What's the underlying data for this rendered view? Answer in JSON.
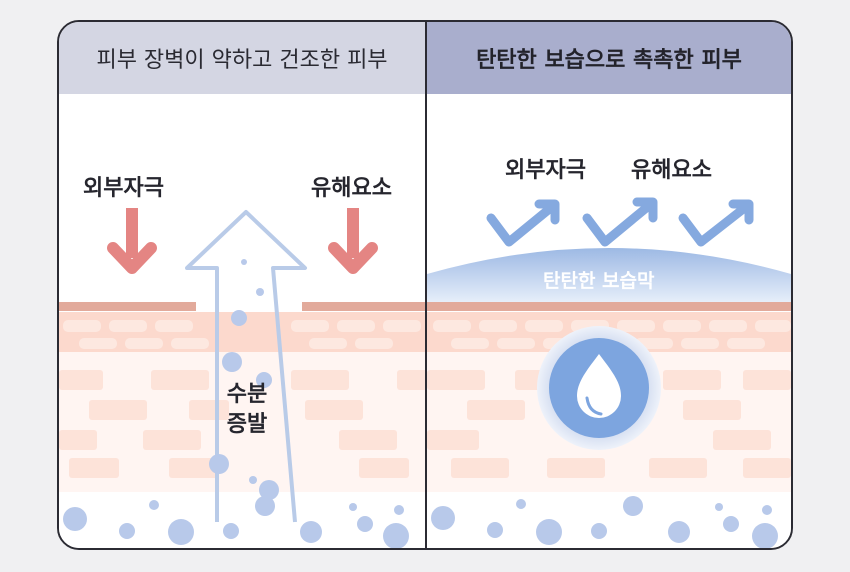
{
  "left_panel": {
    "header": "피부 장벽이 약하고 건조한 피부",
    "stimulus_label": "외부자극",
    "harmful_label": "유해요소",
    "evaporation_label_line1": "수분",
    "evaporation_label_line2": "증발"
  },
  "right_panel": {
    "header": "탄탄한 보습으로 촉촉한 피부",
    "stimulus_label": "외부자극",
    "harmful_label": "유해요소",
    "film_label": "탄탄한 보습막"
  },
  "colors": {
    "frame": "#2b2b33",
    "left_header_bg": "#d4d6e3",
    "right_header_bg": "#a9aecd",
    "skin_surface": "#e2aa9b",
    "skin_band": "#fcd9cd",
    "skin_bricks": "#fde8e0",
    "arrow_red": "#e48583",
    "arrow_blue": "#85a9df",
    "film_blue": "#8fb0e0",
    "water_drop": "#7da5df",
    "bubbles": "#b8c9ea"
  },
  "icons": {
    "down_arrow": "arrow-down-icon",
    "deflect_arrow": "arrow-up-right-icon",
    "water_drop": "water-drop-icon"
  }
}
